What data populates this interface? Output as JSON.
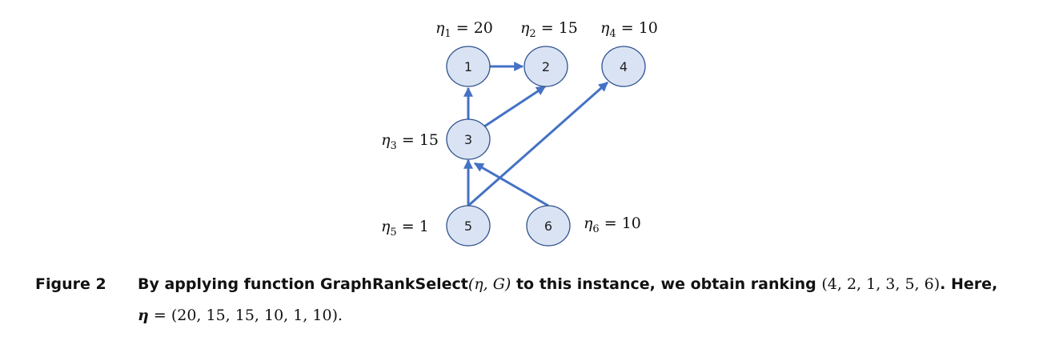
{
  "diagram": {
    "nodes": [
      {
        "id": "1",
        "label": "1",
        "eta": "20"
      },
      {
        "id": "2",
        "label": "2",
        "eta": "15"
      },
      {
        "id": "3",
        "label": "3",
        "eta": "15"
      },
      {
        "id": "4",
        "label": "4",
        "eta": "10"
      },
      {
        "id": "5",
        "label": "5",
        "eta": "1"
      },
      {
        "id": "6",
        "label": "6",
        "eta": "10"
      }
    ],
    "edges": [
      {
        "from": "1",
        "to": "2"
      },
      {
        "from": "3",
        "to": "1"
      },
      {
        "from": "3",
        "to": "2"
      },
      {
        "from": "5",
        "to": "3"
      },
      {
        "from": "5",
        "to": "4"
      },
      {
        "from": "6",
        "to": "3"
      }
    ],
    "eta_symbol": "η",
    "equals": "=",
    "colors": {
      "node_fill": "#dae3f3",
      "node_stroke": "#2f528f",
      "edge": "#4472c4"
    }
  },
  "caption": {
    "figure_label": "Figure 2",
    "text_before": "By applying function GraphRankSelect",
    "func_args": "(η, G)",
    "text_middle": " to this instance, we obtain ranking ",
    "ranking": "(4, 2, 1, 3, 5, 6)",
    "text_after": ". Here,",
    "eta_symbol": "η",
    "eta_equals": " = ",
    "eta_vector": "(20, 15, 15, 10, 1, 10)",
    "period": "."
  }
}
